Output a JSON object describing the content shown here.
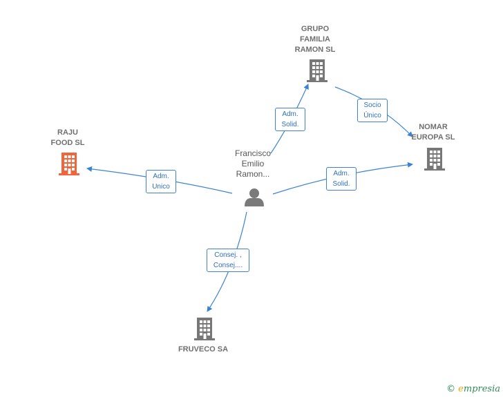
{
  "colors": {
    "edge": "#3a82d6",
    "building_default": "#777777",
    "building_highlight": "#f2643a",
    "person": "#7a7a7a"
  },
  "nodes": {
    "grupo": {
      "label": "GRUPO\nFAMILIA\nRAMON  SL",
      "icon": "building-icon"
    },
    "nomar": {
      "label": "NOMAR\nEUROPA  SL",
      "icon": "building-icon"
    },
    "raju": {
      "label": "RAJU\nFOOD  SL",
      "icon": "building-icon"
    },
    "fruveco": {
      "label": "FRUVECO SA",
      "icon": "building-icon"
    },
    "person": {
      "label": "Francisco\nEmilio\nRamon...",
      "icon": "person-icon"
    }
  },
  "edges": {
    "to_grupo": "Adm.\nSolid.",
    "grupo_nomar": "Socio\nÚnico",
    "to_raju": "Adm.\nUnico",
    "to_nomar": "Adm.\nSolid.",
    "to_fruveco": "Consej. ,\nConsej...."
  },
  "brand": {
    "copyright": "©",
    "e": "e",
    "rest": "mpresia"
  }
}
